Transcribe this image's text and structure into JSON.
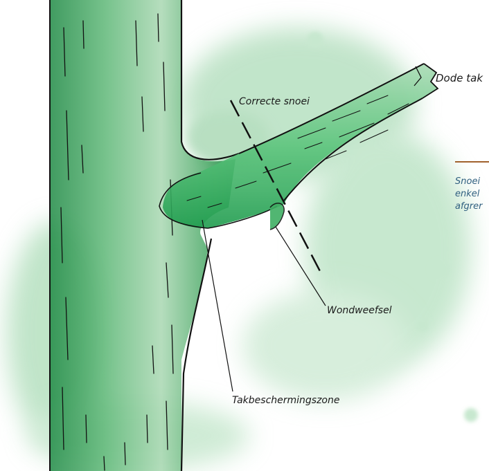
{
  "labels": {
    "dead_branch": "Dode tak",
    "correct_cut": "Correcte snoei",
    "wound_tissue": "Wondweefsel",
    "branch_protection_zone": "Takbeschermingszone"
  },
  "side_note": {
    "lines": [
      "Snoei",
      "enkel",
      "afgrer"
    ]
  },
  "colors": {
    "foliage_green": "#2f9a52",
    "ink": "#111111",
    "side_rule": "#a0612c",
    "side_note_text": "#2f5f7f"
  }
}
